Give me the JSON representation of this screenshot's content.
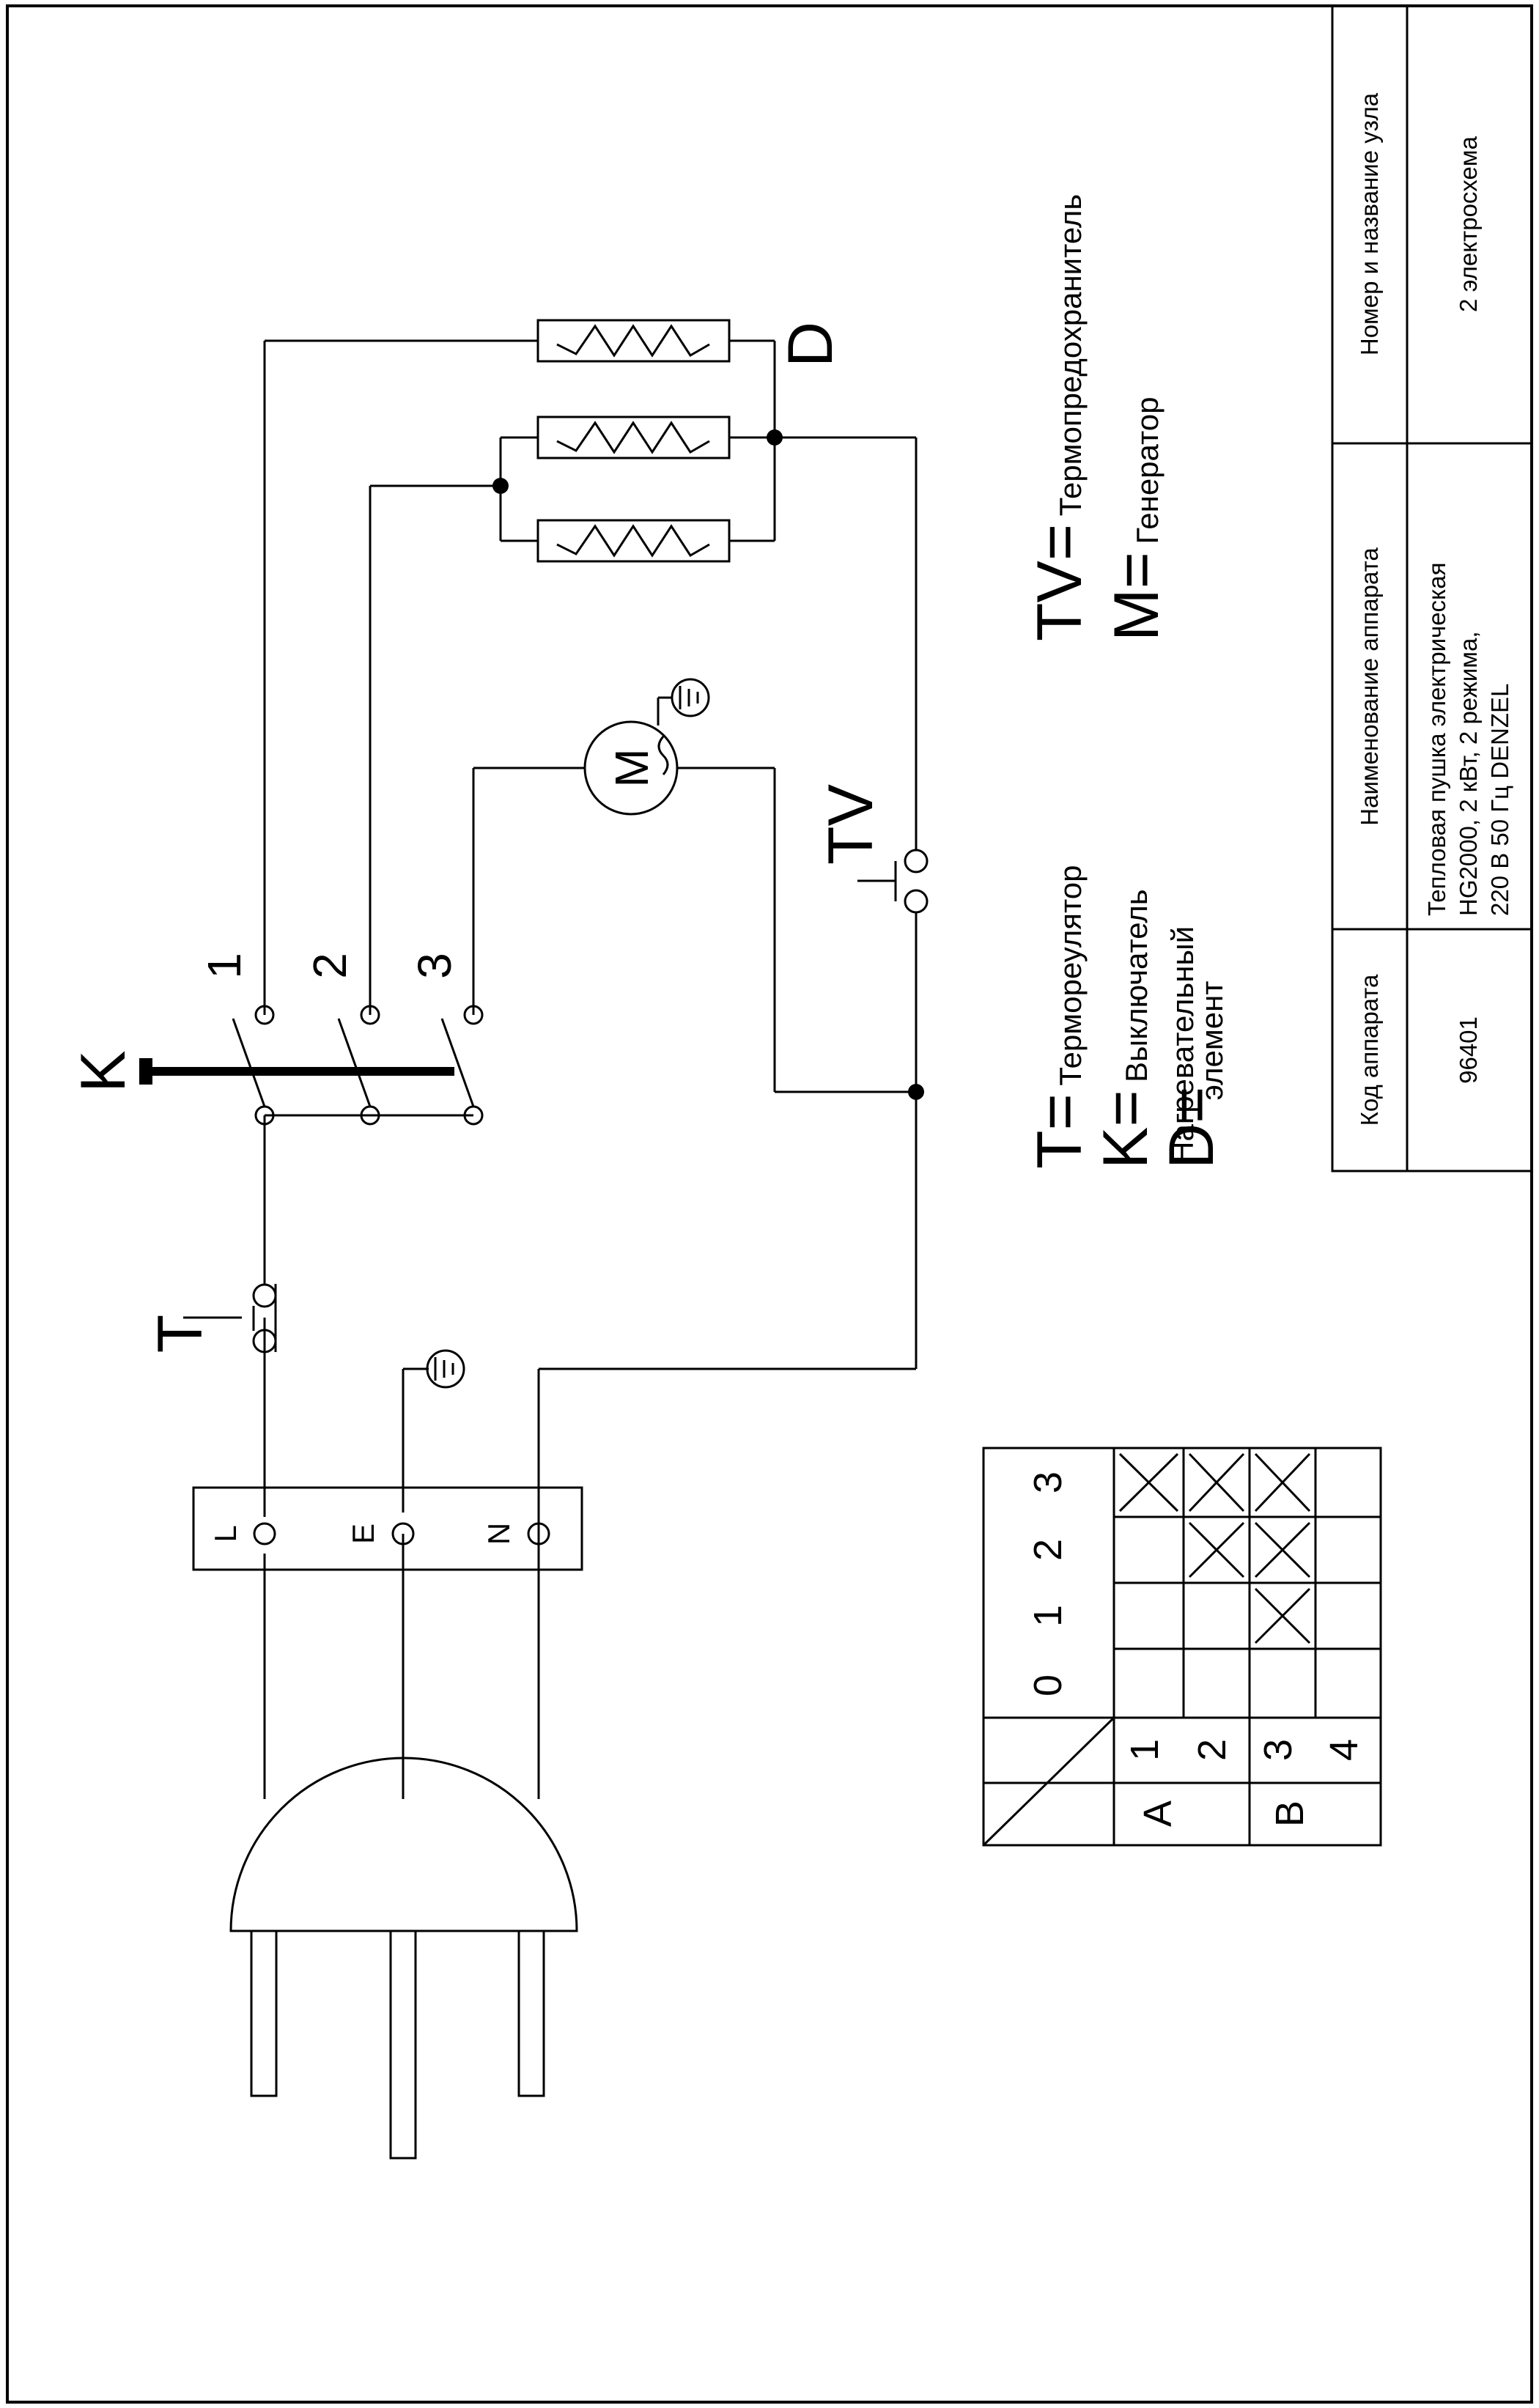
{
  "diagram": {
    "switch_positions": [
      "1",
      "2",
      "3"
    ],
    "labels": {
      "thermostat": "T",
      "switch": "K",
      "heater": "D",
      "thermal_fuse": "TV",
      "motor": "M"
    },
    "terminal_block": [
      "L",
      "E",
      "N"
    ]
  },
  "legend": [
    {
      "symbol": "T=",
      "text": "Термореулятор"
    },
    {
      "symbol": "K=",
      "text": "Выключатель"
    },
    {
      "symbol": "D=",
      "text": "Нагревательный элемент"
    },
    {
      "symbol": "TV=",
      "text": "Термопредохранитель"
    },
    {
      "symbol": "M=",
      "text": "Генератор"
    }
  ],
  "switch_table": {
    "header_positions": [
      "0",
      "1",
      "2",
      "3"
    ],
    "groups": [
      {
        "name": "A",
        "contacts": [
          "1",
          "2"
        ]
      },
      {
        "name": "B",
        "contacts": [
          "3",
          "4"
        ]
      }
    ],
    "closed": {
      "1": [
        false,
        false,
        false,
        true
      ],
      "2": [
        false,
        false,
        true,
        true
      ],
      "3": [
        false,
        true,
        true,
        true
      ],
      "4": [
        false,
        false,
        false,
        false
      ]
    }
  },
  "title_block": {
    "code_header": "Код аппарата",
    "code_value": "96401",
    "name_header": "Наименование аппарата",
    "name_line1": "Тепловая пушка электрическая",
    "name_line2": "HG2000, 2 кВт, 2 режима,",
    "name_line3": "220 В  50 Гц DENZEL",
    "unit_header": "Номер и название узла",
    "unit_value": "2 электросхема"
  }
}
